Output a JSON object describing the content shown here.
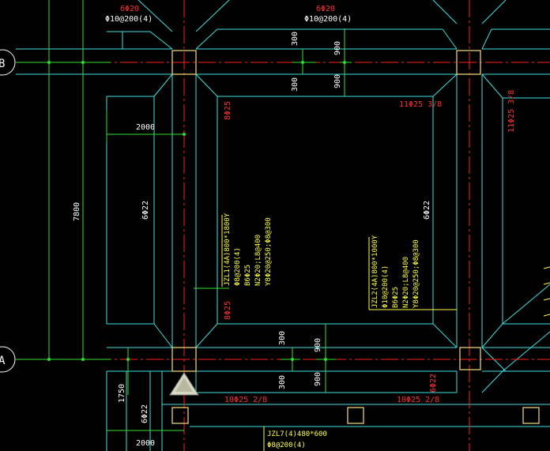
{
  "colors": {
    "background": "#000000",
    "beam_outline": "#40e0e0",
    "axis_line": "#ff2020",
    "dimension": "#30e030",
    "rebar_text": "#ff3030",
    "annotation_text": "#ffff40",
    "white_text": "#ffffff",
    "column": "#e8d070",
    "grid_bubble": "#ffffff"
  },
  "grid_axes": {
    "axis_b_label": "B",
    "axis_a_label": "A"
  },
  "top_labels": {
    "left_top_rebar": "6Φ20",
    "left_stirrup": "Φ10@200(4)",
    "mid_top_rebar": "6Φ20",
    "mid_stirrup": "Φ10@200(4)"
  },
  "dimensions": {
    "d_300_top_a": "300",
    "d_300_top_b": "300",
    "d_900_top_a": "900",
    "d_900_top_b": "900",
    "d_2000_upper": "2000",
    "d_7800": "7800",
    "d_300_bot_a": "300",
    "d_300_bot_b": "300",
    "d_900_bot_a": "900",
    "d_900_bot_b": "900",
    "d_1750": "1750",
    "d_2000_lower": "2000"
  },
  "rebar_labels": {
    "left_beam_vertical": "8Φ25",
    "right_top": "11Φ25 3/8",
    "right_edge": "11Φ25 3/8",
    "left_6phi22": "6Φ22",
    "mid_6phi22": "6Φ22",
    "left_lower_8phi25": "8Φ25",
    "bottom_left": "10Φ25 2/8",
    "bottom_mid": "10Φ25 2/8",
    "bottom_right_vertical": "6Φ22",
    "bottom_left_vertical": "6Φ22"
  },
  "beam_annotation_1": {
    "lines": [
      "JZL1(4A)800*1800Y",
      "Φ8@200(4)",
      "B6Φ25",
      "N2Φ20;L8@400",
      "Y8Φ20@250;Φ8@300"
    ]
  },
  "beam_annotation_2": {
    "lines": [
      "JZL2(4A)800*1000Y",
      "Φ10@200(4)",
      "B6Φ25",
      "N2Φ20;L8@400",
      "Y8Φ20@250;Φ8@300"
    ]
  },
  "beam_annotation_7": {
    "lines": [
      "JZL7(4)480*600",
      "Φ8@200(4)"
    ]
  }
}
